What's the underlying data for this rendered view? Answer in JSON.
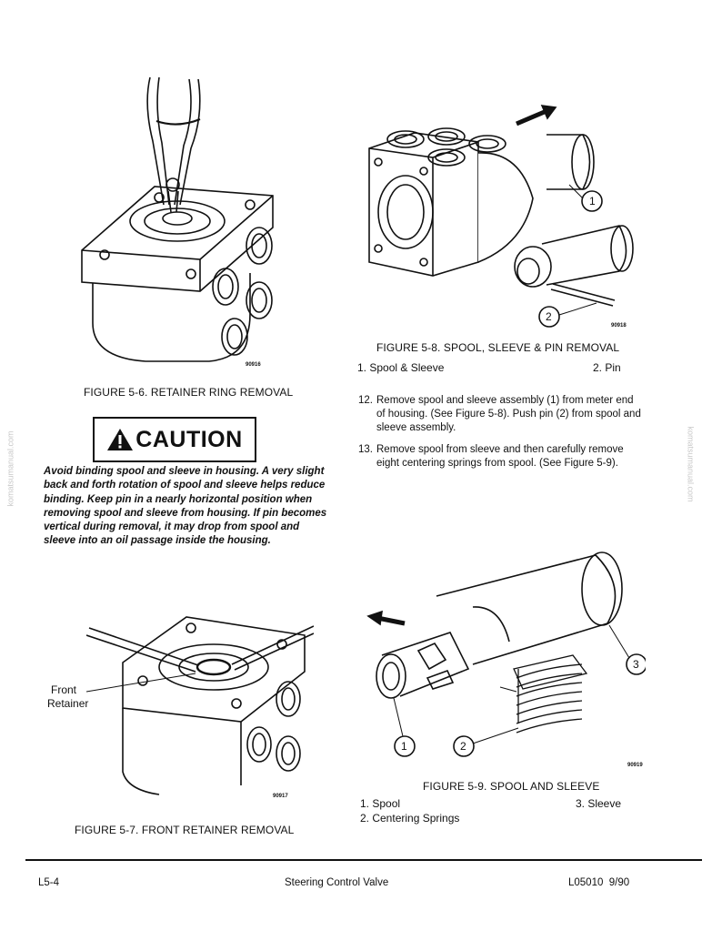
{
  "figures": {
    "fig56": {
      "caption": "FIGURE 5-6. RETAINER RING REMOVAL",
      "code": "90916"
    },
    "fig57": {
      "caption": "FIGURE 5-7. FRONT RETAINER REMOVAL",
      "code": "90917",
      "label_line1": "Front",
      "label_line2": "Retainer"
    },
    "fig58": {
      "caption": "FIGURE 5-8. SPOOL, SLEEVE & PIN REMOVAL",
      "code": "90918",
      "callouts": [
        "1",
        "2"
      ],
      "legend_left": "1. Spool & Sleeve",
      "legend_right": "2. Pin"
    },
    "fig59": {
      "caption": "FIGURE 5-9. SPOOL AND SLEEVE",
      "code": "90919",
      "callouts": [
        "1",
        "2",
        "3"
      ],
      "legend_1": "1. Spool",
      "legend_2": "2. Centering Springs",
      "legend_3": "3. Sleeve"
    }
  },
  "caution": {
    "title": "CAUTION",
    "text": "Avoid binding spool and sleeve in housing. A very slight back and forth rotation of spool and sleeve helps reduce binding. Keep pin in a nearly horizontal position when removing spool and sleeve from housing. If pin becomes vertical during removal, it may drop from spool and sleeve into an oil passage inside the housing."
  },
  "steps": [
    {
      "num": "12.",
      "text": "Remove spool and sleeve assembly (1) from meter end of housing. (See Figure 5-8). Push pin (2) from spool and sleeve assembly."
    },
    {
      "num": "13.",
      "text": "Remove spool from sleeve and then carefully remove eight centering springs from spool. (See Figure 5-9)."
    }
  ],
  "footer": {
    "left": "L5-4",
    "center": "Steering Control Valve",
    "right": "L05010  9/90"
  },
  "watermark": "komatsumanual.com",
  "icons": {
    "caution": "warning-triangle-icon"
  }
}
